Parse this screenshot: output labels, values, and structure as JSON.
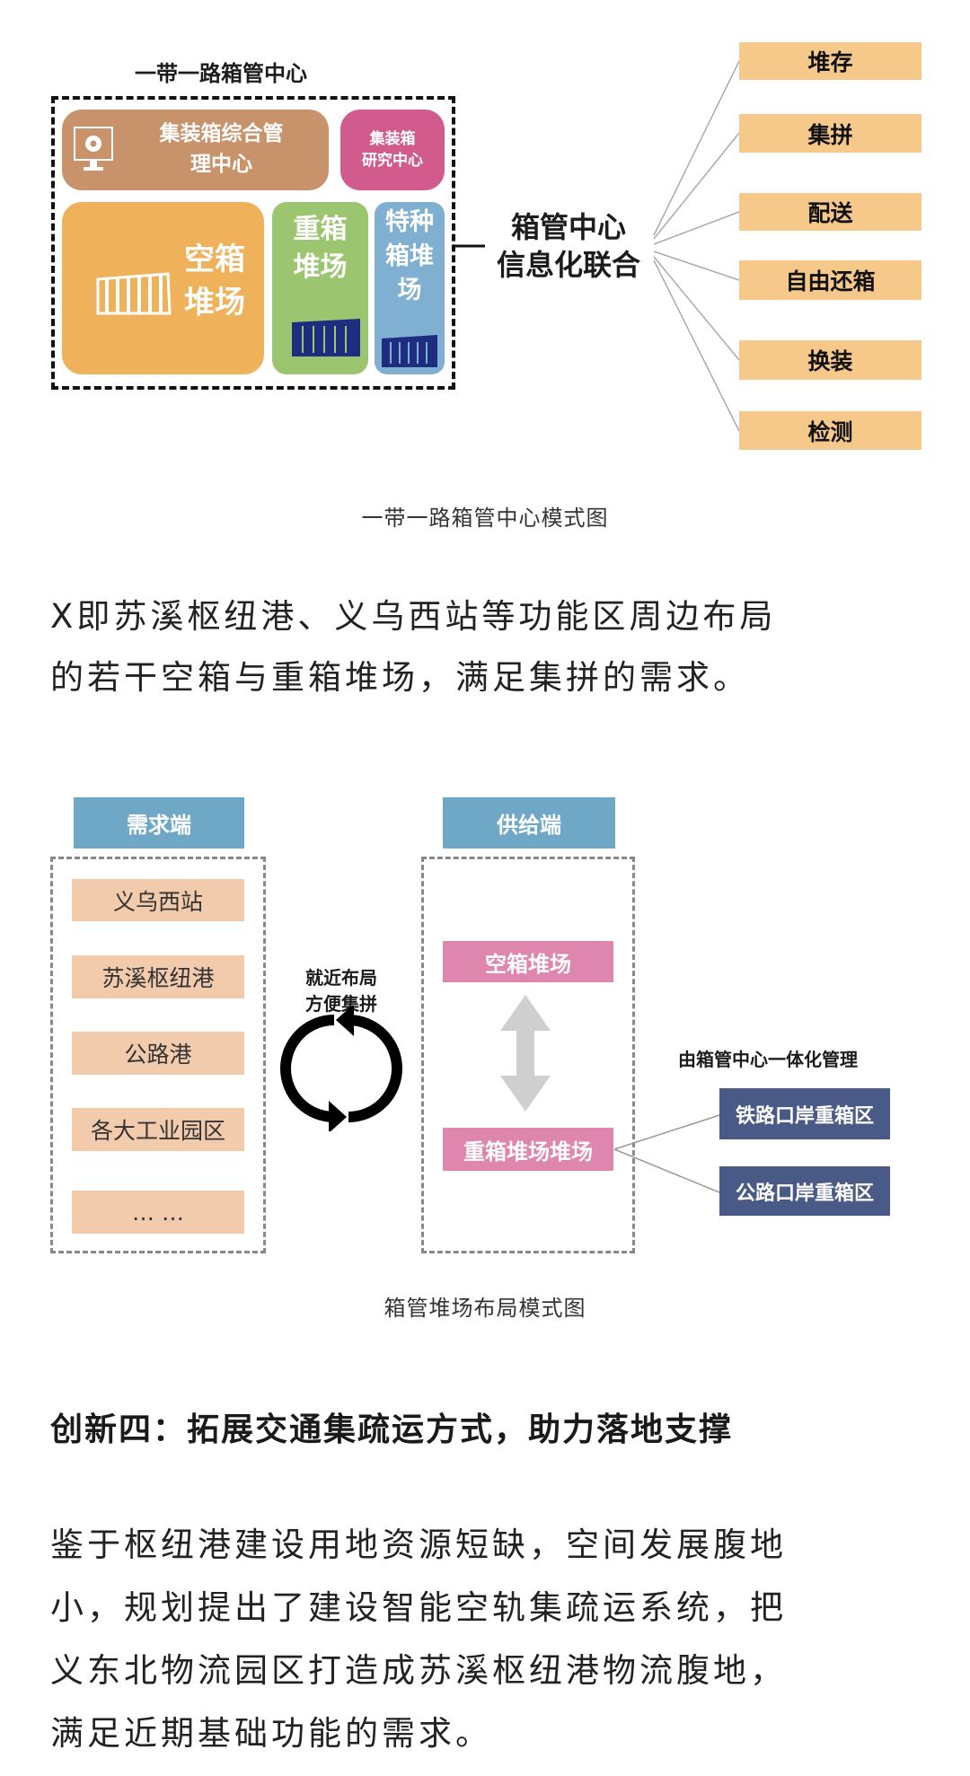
{
  "diagram1": {
    "title": "一带一路箱管中心",
    "mgmt_center": [
      "集装箱综合管",
      "理中心"
    ],
    "research_center": [
      "集装箱",
      "研究中心"
    ],
    "empty_yard": [
      "空箱",
      "堆场"
    ],
    "heavy_yard": [
      "重箱",
      "堆场"
    ],
    "special_yard": [
      "特种",
      "箱堆",
      "场"
    ],
    "hub_label": [
      "箱管中心",
      "信息化联合"
    ],
    "functions": [
      "堆存",
      "集拼",
      "配送",
      "自由还箱",
      "换装",
      "检测"
    ],
    "caption": "一带一路箱管中心模式图"
  },
  "paragraph1": [
    "X即苏溪枢纽港、义乌西站等功能区周边布局",
    "的若干空箱与重箱堆场，满足集拼的需求。"
  ],
  "diagram2": {
    "demand_header": "需求端",
    "supply_header": "供给端",
    "demand_items": [
      "义乌西站",
      "苏溪枢纽港",
      "公路港",
      "各大工业园区",
      "… …"
    ],
    "middle_label": [
      "就近布局",
      "方便集拼"
    ],
    "supply_empty": "空箱堆场",
    "supply_heavy": "重箱堆场堆场",
    "mgmt_label": "由箱管中心一体化管理",
    "zones": [
      "铁路口岸重箱区",
      "公路口岸重箱区"
    ],
    "caption": "箱管堆场布局模式图"
  },
  "heading": "创新四：拓展交通集疏运方式，助力落地支撑",
  "paragraph2": [
    "鉴于枢纽港建设用地资源短缺，空间发展腹地",
    "小，规划提出了建设智能空轨集疏运系统，把",
    "义东北物流园区打造成苏溪枢纽港物流腹地，",
    "满足近期基础功能的需求。"
  ]
}
